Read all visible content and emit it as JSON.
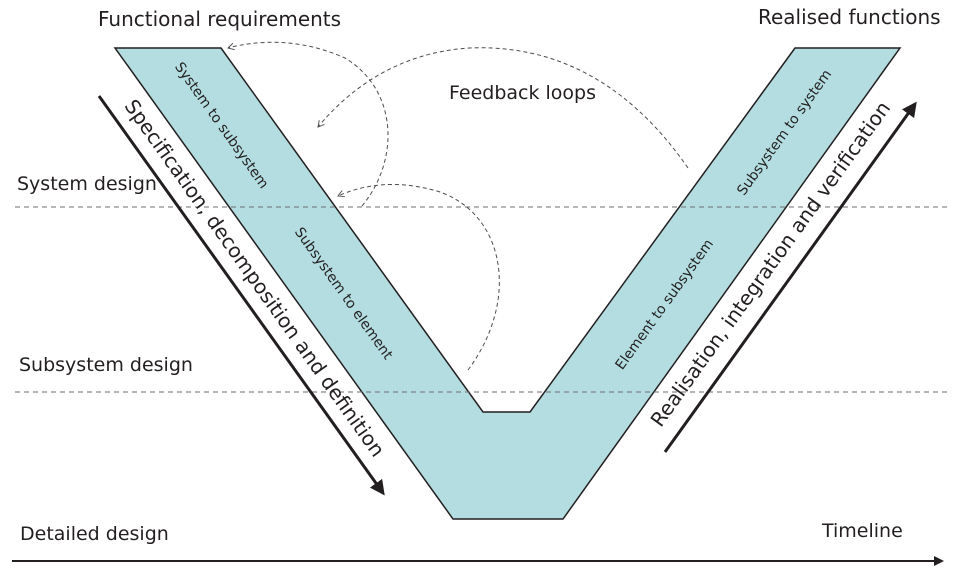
{
  "title_left": "Functional requirements",
  "title_right": "Realised functions",
  "feedback_label": "Feedback loops",
  "levels": {
    "system": "System design",
    "subsystem": "Subsystem design",
    "detailed": "Detailed design"
  },
  "timeline_label": "Timeline",
  "left_arrow_label": "Specification, decomposition and definition",
  "right_arrow_label": "Realisation, integration and verification",
  "bands": {
    "left_upper": "System to subsystem",
    "left_lower": "Subsystem to element",
    "right_lower": "Element to subsystem",
    "right_upper": "Subsystem to system"
  },
  "colors": {
    "v_fill": "#b3dde0",
    "v_stroke": "#231f20",
    "arrow": "#231f20",
    "dashed_line": "#6d6e71"
  }
}
